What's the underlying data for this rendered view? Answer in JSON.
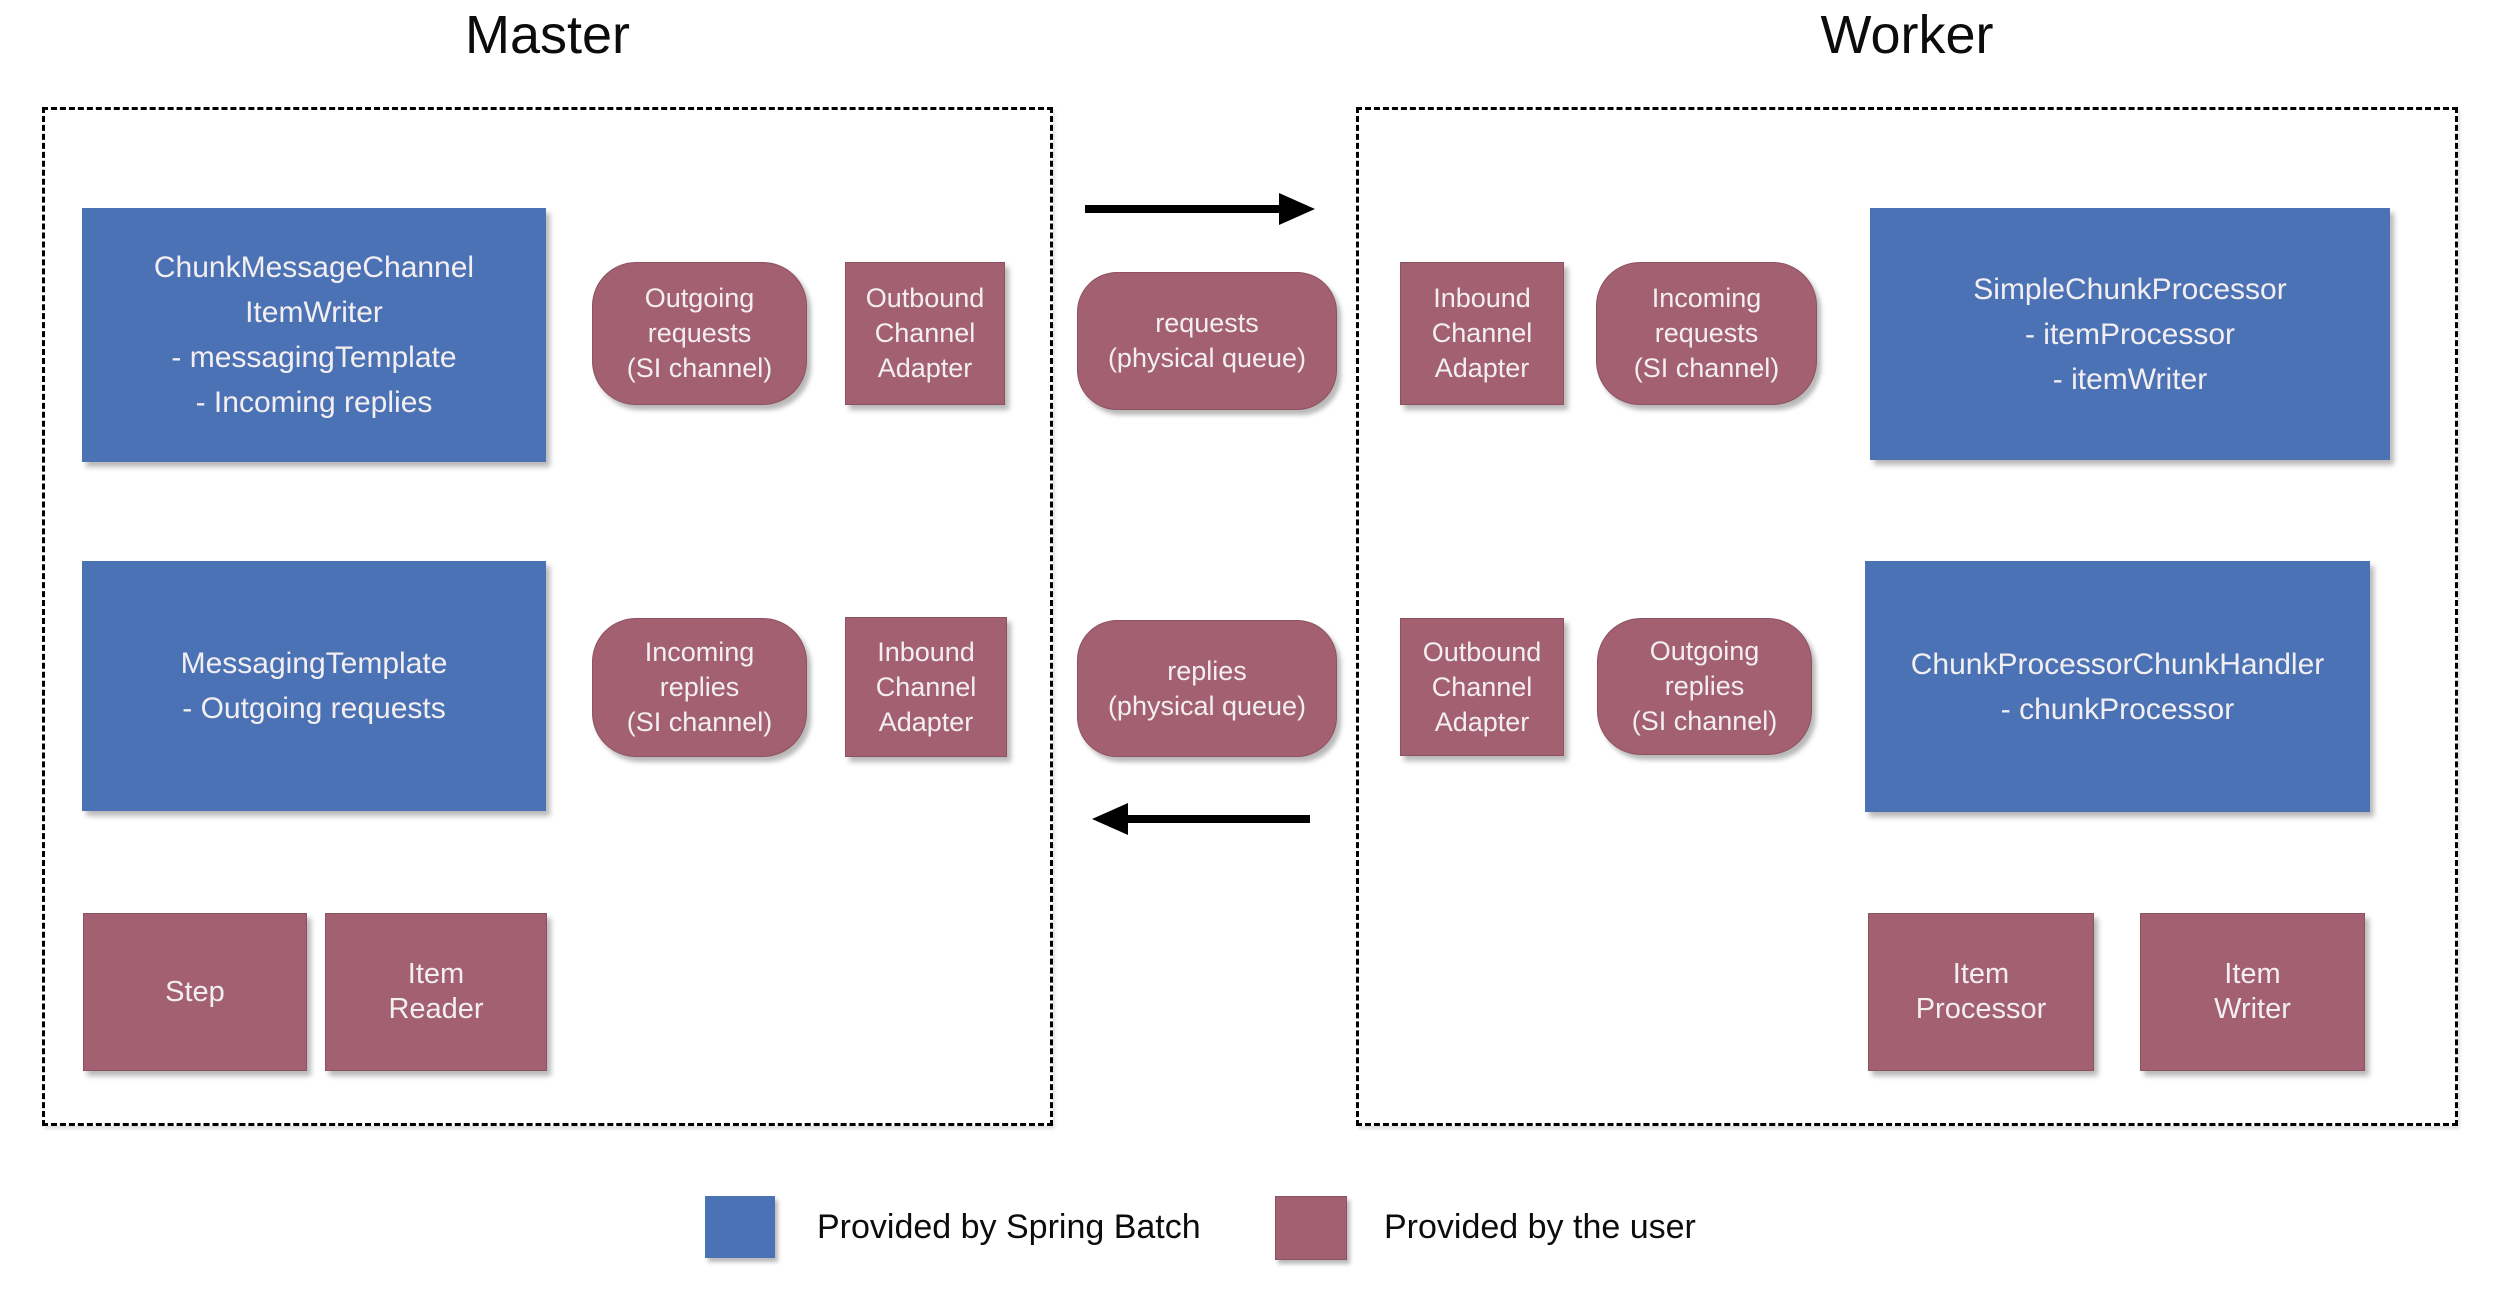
{
  "titles": {
    "master": "Master",
    "worker": "Worker"
  },
  "colors": {
    "spring_batch_blue": "#4C72B6",
    "user_maroon": "#A26070"
  },
  "master": {
    "chunk_message_channel_item_writer": [
      "ChunkMessageChannel",
      "ItemWriter",
      "- messagingTemplate",
      "- Incoming replies"
    ],
    "outgoing_requests": [
      "Outgoing",
      "requests",
      "(SI channel)"
    ],
    "outbound_channel_adapter": [
      "Outbound",
      "Channel",
      "Adapter"
    ],
    "messaging_template": [
      "MessagingTemplate",
      "- Outgoing requests"
    ],
    "incoming_replies": [
      "Incoming",
      "replies",
      "(SI channel)"
    ],
    "inbound_channel_adapter": [
      "Inbound",
      "Channel",
      "Adapter"
    ],
    "step": [
      "Step"
    ],
    "item_reader": [
      "Item",
      "Reader"
    ]
  },
  "queues": {
    "requests": [
      "requests",
      "(physical queue)"
    ],
    "replies": [
      "replies",
      "(physical queue)"
    ]
  },
  "worker": {
    "inbound_channel_adapter": [
      "Inbound",
      "Channel",
      "Adapter"
    ],
    "incoming_requests": [
      "Incoming",
      "requests",
      "(SI channel)"
    ],
    "simple_chunk_processor": [
      "SimpleChunkProcessor",
      "- itemProcessor",
      "- itemWriter"
    ],
    "outbound_channel_adapter": [
      "Outbound",
      "Channel",
      "Adapter"
    ],
    "outgoing_replies": [
      "Outgoing",
      "replies",
      "(SI channel)"
    ],
    "chunk_processor_chunk_handler": [
      "ChunkProcessorChunkHandler",
      "- chunkProcessor"
    ],
    "item_processor": [
      "Item",
      "Processor"
    ],
    "item_writer": [
      "Item",
      "Writer"
    ]
  },
  "legend": {
    "spring_batch_label": "Provided by Spring Batch",
    "user_label": "Provided by the user"
  }
}
